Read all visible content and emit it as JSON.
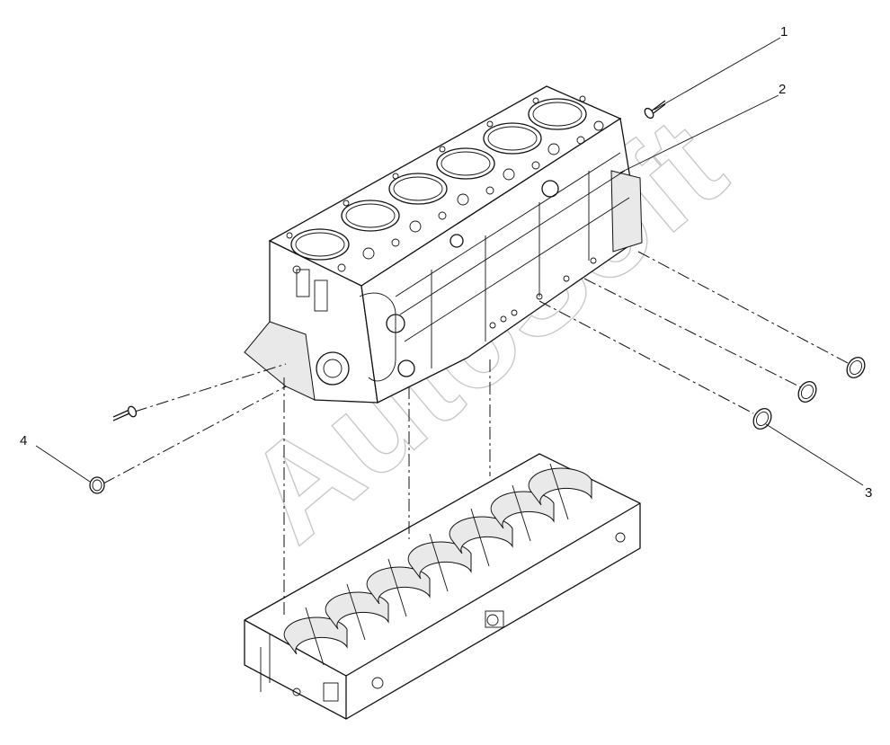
{
  "callouts": [
    {
      "id": "1",
      "label": "1"
    },
    {
      "id": "2",
      "label": "2"
    },
    {
      "id": "3",
      "label": "3"
    },
    {
      "id": "4",
      "label": "4"
    }
  ],
  "watermark": {
    "text": "AutoSoft"
  },
  "colors": {
    "line": "#111111",
    "background": "#ffffff",
    "watermark": "#c8c8c8"
  }
}
